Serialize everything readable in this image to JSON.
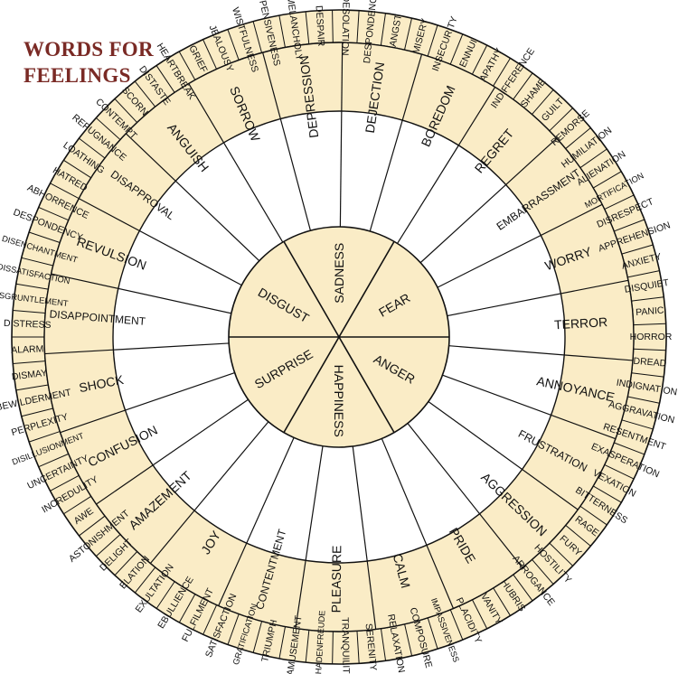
{
  "title": {
    "line1": "WORDS FOR",
    "line2": "FEELINGS"
  },
  "colors": {
    "cream": "#faecc6",
    "white": "#ffffff",
    "stroke": "#111111",
    "title": "#7a2a25"
  },
  "core": [
    "SADNESS",
    "FEAR",
    "ANGER",
    "HAPPINESS",
    "SURPRISE",
    "DISGUST"
  ],
  "middle": [
    "DEPRESSION",
    "DEJECTION",
    "BOREDOM",
    "REGRET",
    "EMBARRASSMENT",
    "WORRY",
    "TERROR",
    "ANNOYANCE",
    "FRUSTRATION",
    "AGGRESSION",
    "PRIDE",
    "CALM",
    "PLEASURE",
    "CONTENTMENT",
    "JOY",
    "AMAZEMENT",
    "CONFUSION",
    "SHOCK",
    "DISAPPOINTMENT",
    "REVULSION",
    "DISAPPROVAL",
    "ANGUISH",
    "SORROW"
  ],
  "outer": [
    "DESPONDENCY",
    "ANGST",
    "MISERY",
    "INSECURITY",
    "ENNUI",
    "APATHY",
    "INDIFFERENCE",
    "SHAME",
    "GUILT",
    "REMORSE",
    "HUMILIATION",
    "ALIENATION",
    "MORTIFICATION",
    "DISRESPECT",
    "APPREHENSION",
    "ANXIETY",
    "DISQUIET",
    "PANIC",
    "HORROR",
    "DREAD",
    "INDIGNATION",
    "AGGRAVATION",
    "RESENTMENT",
    "EXASPERATION",
    "VEXATION",
    "BITTERNESS",
    "RAGE",
    "FURY",
    "HOSTILITY",
    "ARROGANCE",
    "HUBRIS",
    "VANITY",
    "PLACIDITY",
    "IMPASSIVENESS",
    "COMPOSURE",
    "RELAXATION",
    "SERENITY",
    "TRANQUILITY",
    "SCHADENFREUDE",
    "AMUSEMENT",
    "TRIUMPH",
    "GRATIFICATION",
    "SATISFACTION",
    "FULFILMENT",
    "EBULLIENCE",
    "EXULTATION",
    "ELATION",
    "DELIGHT",
    "ASTONISHMENT",
    "AWE",
    "INCREDULITY",
    "UNCERTAINTY",
    "DISILLUSIONMENT",
    "PERPLEXITY",
    "BEWILDERMENT",
    "DISMAY",
    "ALARM",
    "DISTRESS",
    "DISGRUNTLEMENT",
    "DISSATISFACTION",
    "DISENCHANTMENT",
    "DESPONDENCY",
    "ABHORRENCE",
    "HATRED",
    "LOATHING",
    "REPUGNANCE",
    "CONTEMPT",
    "SCORN",
    "DISTASTE",
    "HEARTBREAK",
    "GRIEF",
    "JEALOUSY",
    "WISTFULNESS",
    "PENSIVENESS",
    "MELANCHOLY",
    "DESPAIR",
    "DESOLATION"
  ]
}
